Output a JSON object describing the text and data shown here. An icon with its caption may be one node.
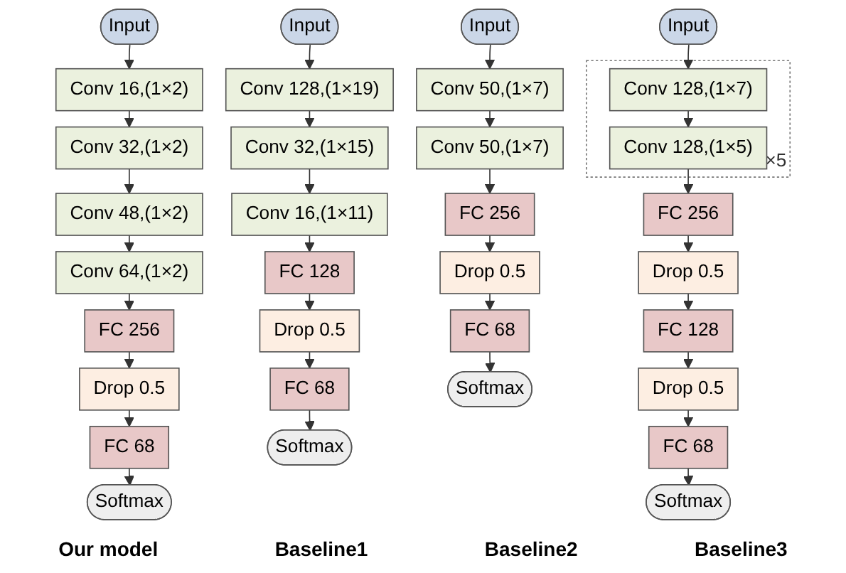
{
  "diagram": {
    "nodes": [
      {
        "text": [
          "Input"
        ]
      },
      {
        "text": [
          "Conv 16,(1×2)"
        ]
      },
      {
        "text": [
          "Conv 32,(1×2)"
        ]
      },
      {
        "text": [
          "Conv 48,(1×2)"
        ]
      },
      {
        "text": [
          "Conv 64,(1×2)"
        ]
      },
      {
        "text": [
          "FC 256"
        ]
      },
      {
        "text": [
          "Drop 0.5"
        ]
      },
      {
        "text": [
          "FC 68"
        ]
      },
      {
        "text": [
          "Softmax"
        ]
      },
      {
        "text": [
          "Input"
        ]
      },
      {
        "text": [
          "Conv 128,(1×19)"
        ]
      },
      {
        "text": [
          "Conv 32,(1×15)"
        ]
      },
      {
        "text": [
          "Conv 16,(1×11)"
        ]
      },
      {
        "text": [
          "FC 128"
        ]
      },
      {
        "text": [
          "Drop 0.5"
        ]
      },
      {
        "text": [
          "FC 68"
        ]
      },
      {
        "text": [
          "Softmax"
        ]
      },
      {
        "text": [
          "Input"
        ]
      },
      {
        "text": [
          "Conv 50,(1×7)"
        ]
      },
      {
        "text": [
          "Conv 50,(1×7)"
        ]
      },
      {
        "text": [
          "FC 256"
        ]
      },
      {
        "text": [
          "Drop 0.5"
        ]
      },
      {
        "text": [
          "FC 68"
        ]
      },
      {
        "text": [
          "Softmax"
        ]
      },
      {
        "text": [
          "Input"
        ]
      },
      {
        "text": [
          "×5"
        ]
      },
      {
        "text": [
          "Conv 128,(1×7)"
        ],
        "in": 25
      },
      {
        "text": [
          "Conv 128,(1×5)"
        ],
        "in": 25
      },
      {
        "text": [
          "FC 256"
        ]
      },
      {
        "text": [
          "Drop 0.5"
        ]
      },
      {
        "text": [
          "FC 128"
        ]
      },
      {
        "text": [
          "Drop 0.5"
        ]
      },
      {
        "text": [
          "FC 68"
        ]
      },
      {
        "text": [
          "Softmax"
        ]
      }
    ],
    "edges": [
      {
        "from": 0,
        "to": 1,
        "arrow": "to"
      },
      {
        "from": 1,
        "to": 2,
        "arrow": "to"
      },
      {
        "from": 2,
        "to": 3,
        "arrow": "to"
      },
      {
        "from": 3,
        "to": 4,
        "arrow": "to"
      },
      {
        "from": 4,
        "to": 5,
        "arrow": "to"
      },
      {
        "from": 5,
        "to": 6,
        "arrow": "to"
      },
      {
        "from": 6,
        "to": 7,
        "arrow": "to"
      },
      {
        "from": 7,
        "to": 8,
        "arrow": "to"
      },
      {
        "from": 9,
        "to": 10,
        "arrow": "to"
      },
      {
        "from": 10,
        "to": 11,
        "arrow": "to"
      },
      {
        "from": 11,
        "to": 12,
        "arrow": "to"
      },
      {
        "from": 12,
        "to": 13,
        "arrow": "to"
      },
      {
        "from": 13,
        "to": 14,
        "arrow": "to"
      },
      {
        "from": 14,
        "to": 15,
        "arrow": "to"
      },
      {
        "from": 15,
        "to": 16,
        "arrow": "to"
      },
      {
        "from": 17,
        "to": 18,
        "arrow": "to"
      },
      {
        "from": 18,
        "to": 19,
        "arrow": "to"
      },
      {
        "from": 19,
        "to": 20,
        "arrow": "to"
      },
      {
        "from": 20,
        "to": 21,
        "arrow": "to"
      },
      {
        "from": 21,
        "to": 22,
        "arrow": "to"
      },
      {
        "from": 22,
        "to": 23,
        "arrow": "to"
      },
      {
        "from": 24,
        "to": 26,
        "arrow": "to"
      },
      {
        "from": 26,
        "to": 27,
        "arrow": "to"
      },
      {
        "from": 27,
        "to": 28,
        "arrow": "to"
      },
      {
        "from": 28,
        "to": 29,
        "arrow": "to"
      },
      {
        "from": 29,
        "to": 30,
        "arrow": "to"
      },
      {
        "from": 30,
        "to": 31,
        "arrow": "to"
      },
      {
        "from": 31,
        "to": 32,
        "arrow": "to"
      },
      {
        "from": 32,
        "to": 33,
        "arrow": "to"
      }
    ],
    "labels": [
      "Our model",
      "Baseline1",
      "Baseline2",
      "Baseline3"
    ]
  }
}
